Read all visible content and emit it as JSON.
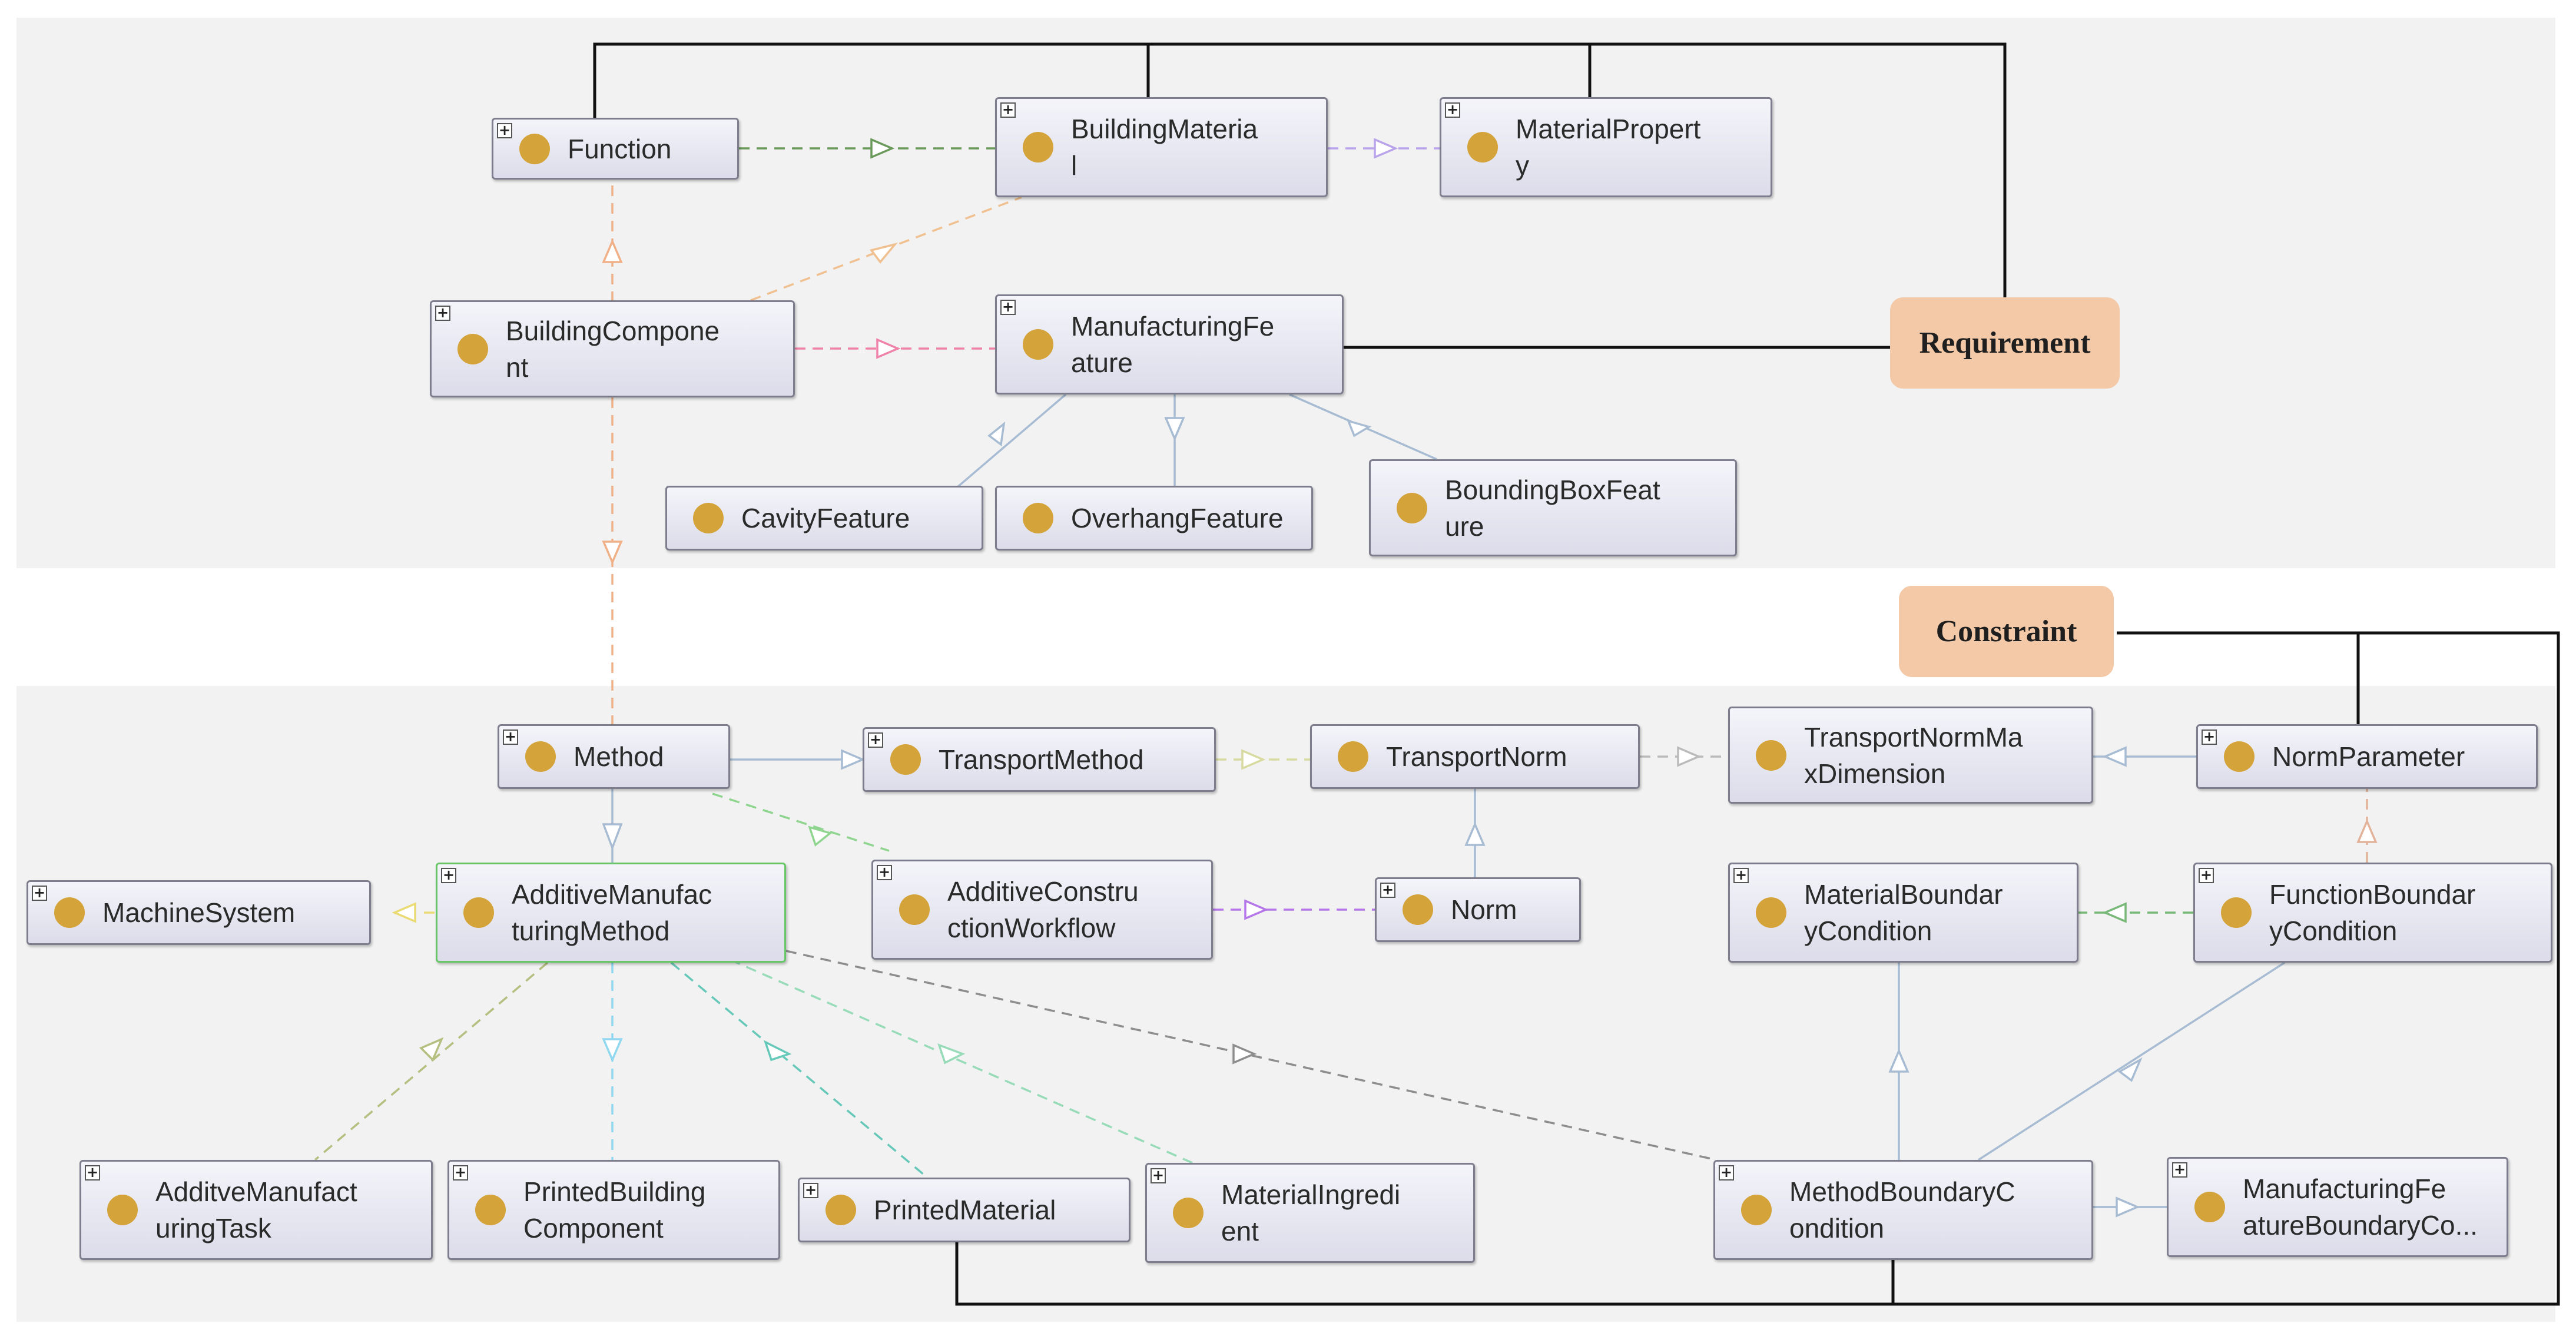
{
  "colors": {
    "node_fill": "#e6e6f0",
    "node_border": "#7d7d8e",
    "node_selected_border": "#67c767",
    "class_dot": "#d4a33a",
    "group_tag": "#f3c9a8",
    "background_panel": "#f2f2f2"
  },
  "icons": {
    "expand": "plus-box-icon",
    "class": "class-dot-icon"
  },
  "groups": {
    "requirement": "Requirement",
    "constraint": "Constraint"
  },
  "nodes": {
    "function": "Function",
    "building_material": "BuildingMateria\nl",
    "material_property": "MaterialPropert\ny",
    "building_component": "BuildingCompone\nnt",
    "manufacturing_feature": "ManufacturingFe\nature",
    "cavity_feature": "CavityFeature",
    "overhang_feature": "OverhangFeature",
    "bounding_box_feature": "BoundingBoxFeat\nure",
    "method": "Method",
    "transport_method": "TransportMethod",
    "transport_norm": "TransportNorm",
    "transport_norm_max_dimension": "TransportNormMa\nxDimension",
    "norm_parameter": "NormParameter",
    "machine_system": "MachineSystem",
    "additive_manufacturing_method": "AdditiveManufac\nturingMethod",
    "additive_construction_workflow": "AdditiveConstru\nctionWorkflow",
    "norm": "Norm",
    "material_boundary_condition": "MaterialBoundar\nyCondition",
    "function_boundary_condition": "FunctionBoundar\nyCondition",
    "additive_manufacturing_task": "AdditveManufact\nuringTask",
    "printed_building_component": "PrintedBuilding\nComponent",
    "printed_material": "PrintedMaterial",
    "material_ingredient": "MaterialIngredi\nent",
    "method_boundary_condition": "MethodBoundaryC\nondition",
    "manufacturing_feature_boundary_condition": "ManufacturingFe\natureBoundaryCo..."
  }
}
